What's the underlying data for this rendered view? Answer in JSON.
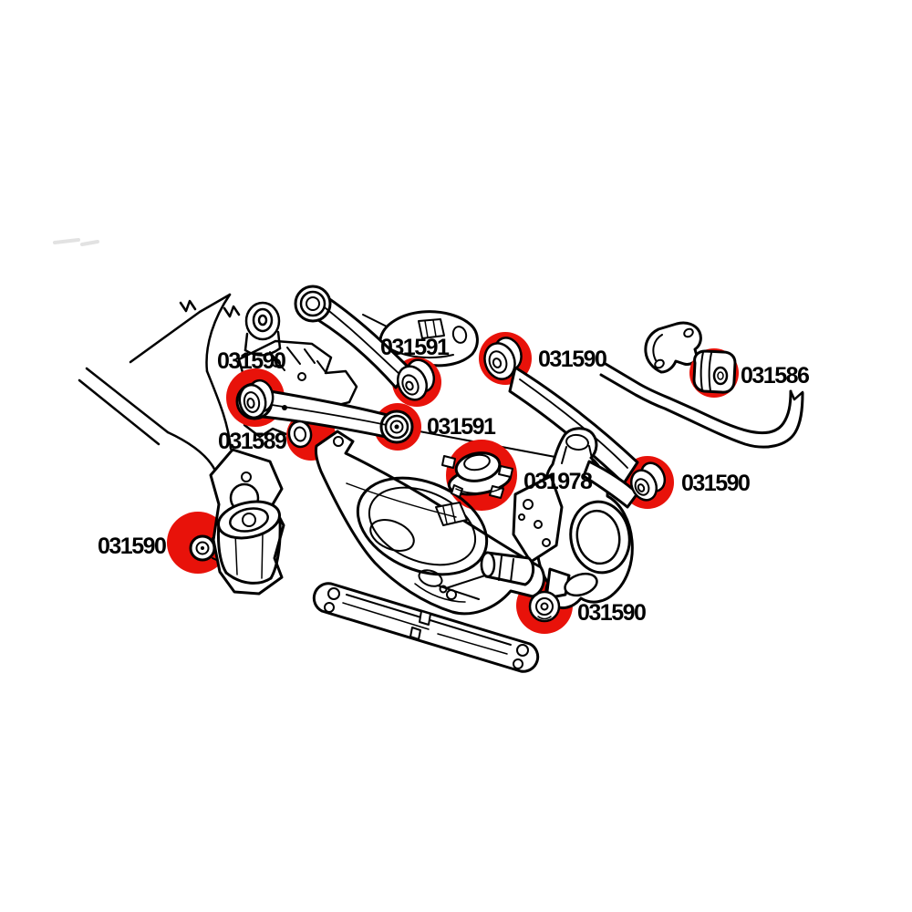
{
  "diagram": {
    "kind": "rear-suspension-bushing-parts-diagram",
    "background_color": "#ffffff",
    "line_color": "#000000",
    "highlight_color": "#e8120a",
    "labels": [
      {
        "text": "031590",
        "target": "front-upper-arm-inner-bushing"
      },
      {
        "text": "031591",
        "target": "rear-upper-arm-outer-bushing"
      },
      {
        "text": "031590",
        "target": "toe-arm-inner-bushing"
      },
      {
        "text": "031586",
        "target": "sway-bar-bushing"
      },
      {
        "text": "031589",
        "target": "lower-arm-inner-bushing"
      },
      {
        "text": "031591",
        "target": "front-upper-arm-outer-bushing"
      },
      {
        "text": "031978",
        "target": "upper-strut-mount"
      },
      {
        "text": "031590",
        "target": "toe-arm-outer-bushing"
      },
      {
        "text": "031590",
        "target": "subframe-bushing"
      },
      {
        "text": "031590",
        "target": "knuckle-lower-bushing"
      }
    ],
    "unique_part_numbers": [
      "031586",
      "031589",
      "031590",
      "031591",
      "031978"
    ]
  }
}
